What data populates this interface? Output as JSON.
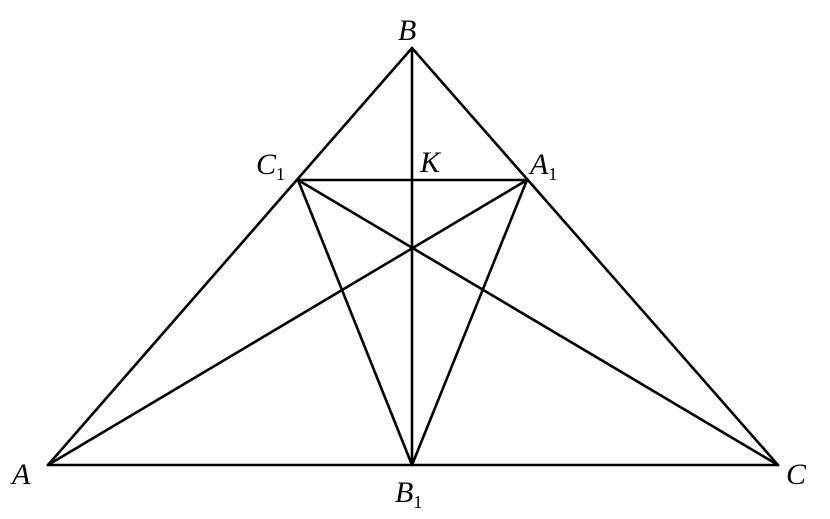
{
  "diagram": {
    "title": "",
    "line_color": "#000000",
    "points": {
      "A": {
        "letter": "A",
        "sub": ""
      },
      "B": {
        "letter": "B",
        "sub": ""
      },
      "C": {
        "letter": "C",
        "sub": ""
      },
      "A1": {
        "letter": "A",
        "sub": "1"
      },
      "B1": {
        "letter": "B",
        "sub": "1"
      },
      "C1": {
        "letter": "C",
        "sub": "1"
      },
      "K": {
        "letter": "K",
        "sub": ""
      }
    },
    "segments": [
      [
        "A",
        "B"
      ],
      [
        "B",
        "C"
      ],
      [
        "A",
        "C"
      ],
      [
        "B",
        "B1"
      ],
      [
        "C1",
        "A1"
      ],
      [
        "A",
        "A1"
      ],
      [
        "C",
        "C1"
      ],
      [
        "C1",
        "B1"
      ],
      [
        "A1",
        "B1"
      ]
    ]
  }
}
